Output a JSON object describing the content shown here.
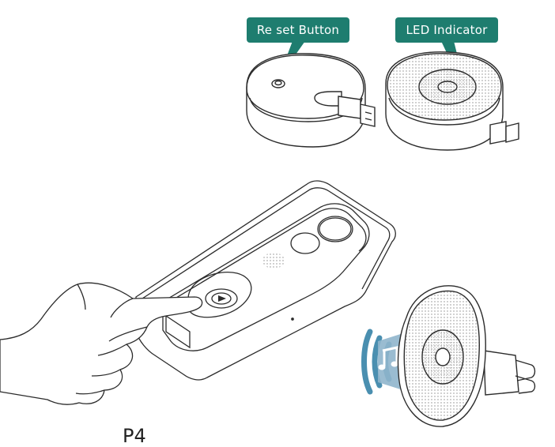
{
  "labels": {
    "reset_button": "Re set Button",
    "led_indicator": "LED Indicator"
  },
  "page_number": "P4",
  "colors": {
    "callout": "#1e7d6f",
    "line": "#2b2b2b",
    "sound_waves": "#4a8fb0"
  },
  "icons": [
    "music-note-icon",
    "sound-wave-icon",
    "usb-plug-icon"
  ]
}
